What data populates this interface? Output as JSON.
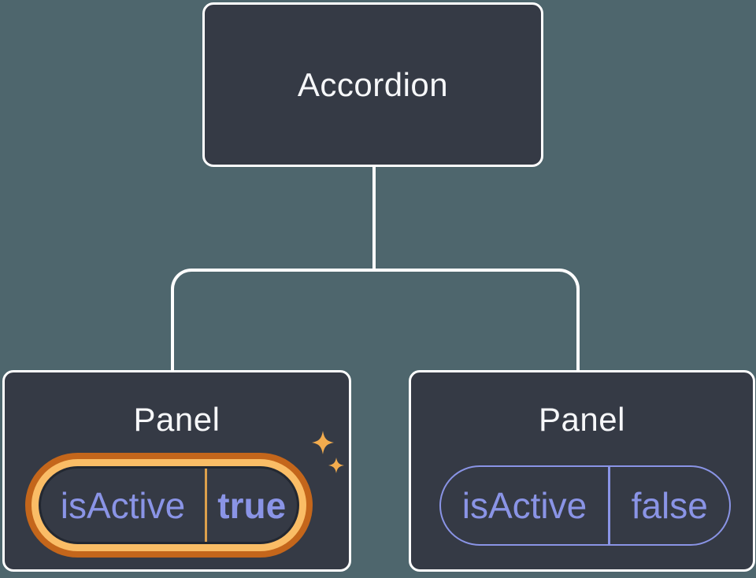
{
  "colors": {
    "canvas-bg": "#4e666d",
    "node-bg": "#353a45",
    "node-border": "#ffffff",
    "connector": "#ffffff",
    "title-text": "#f6f7f9",
    "prop-text": "#8a94e6",
    "prop-border": "#8a94e6",
    "active-pill-border": "#232831",
    "highlight-ring-outer": "#c4661b",
    "highlight-ring-inner": "#fabd66",
    "highlight-divider": "#dda04c",
    "sparkle": "#f3ac4e"
  },
  "diagram": {
    "root": {
      "label": "Accordion"
    },
    "panels": [
      {
        "label": "Panel",
        "prop_name": "isActive",
        "prop_value": "true",
        "highlighted": true
      },
      {
        "label": "Panel",
        "prop_name": "isActive",
        "prop_value": "false",
        "highlighted": false
      }
    ]
  }
}
